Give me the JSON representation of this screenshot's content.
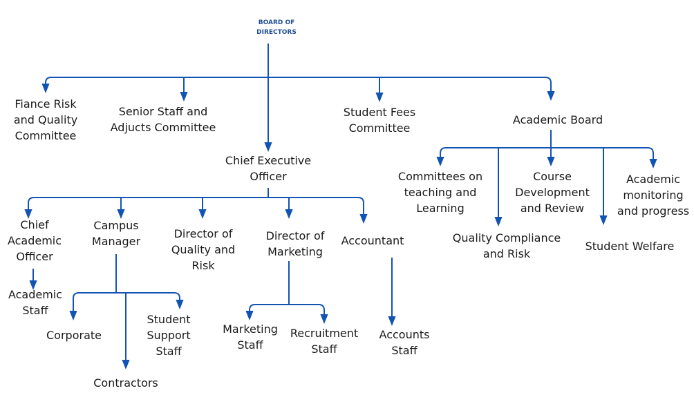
{
  "colors": {
    "line": "#1254b3",
    "text": "#1a1a1a",
    "root_text": "#1f4e96"
  },
  "nodes": {
    "board": "BOARD OF\nDIRECTORS",
    "finance_risk": "Fiance Risk\nand Quality\nCommittee",
    "senior_staff": "Senior Staff and\nAdjucts Committee",
    "ceo": "Chief Executive\nOfficer",
    "student_fees": "Student Fees\nCommittee",
    "academic_board": "Academic Board",
    "committees_teaching": "Committees on\nteaching and\nLearning",
    "quality_compliance": "Quality Compliance\nand Risk",
    "course_dev": "Course\nDevelopment\nand Review",
    "student_welfare": "Student Welfare",
    "academic_monitoring": "Academic\nmonitoring\nand progress",
    "cao": "Chief\nAcademic\nOfficer",
    "academic_staff": "Academic\nStaff",
    "campus_manager": "Campus\nManager",
    "corporate": "Corporate",
    "contractors": "Contractors",
    "student_support": "Student\nSupport\nStaff",
    "dir_quality": "Director of\nQuality and\nRisk",
    "dir_marketing": "Director of\nMarketing",
    "marketing_staff": "Marketing\nStaff",
    "recruitment_staff": "Recruitment\nStaff",
    "accountant": "Accountant",
    "accounts_staff": "Accounts\nStaff"
  }
}
